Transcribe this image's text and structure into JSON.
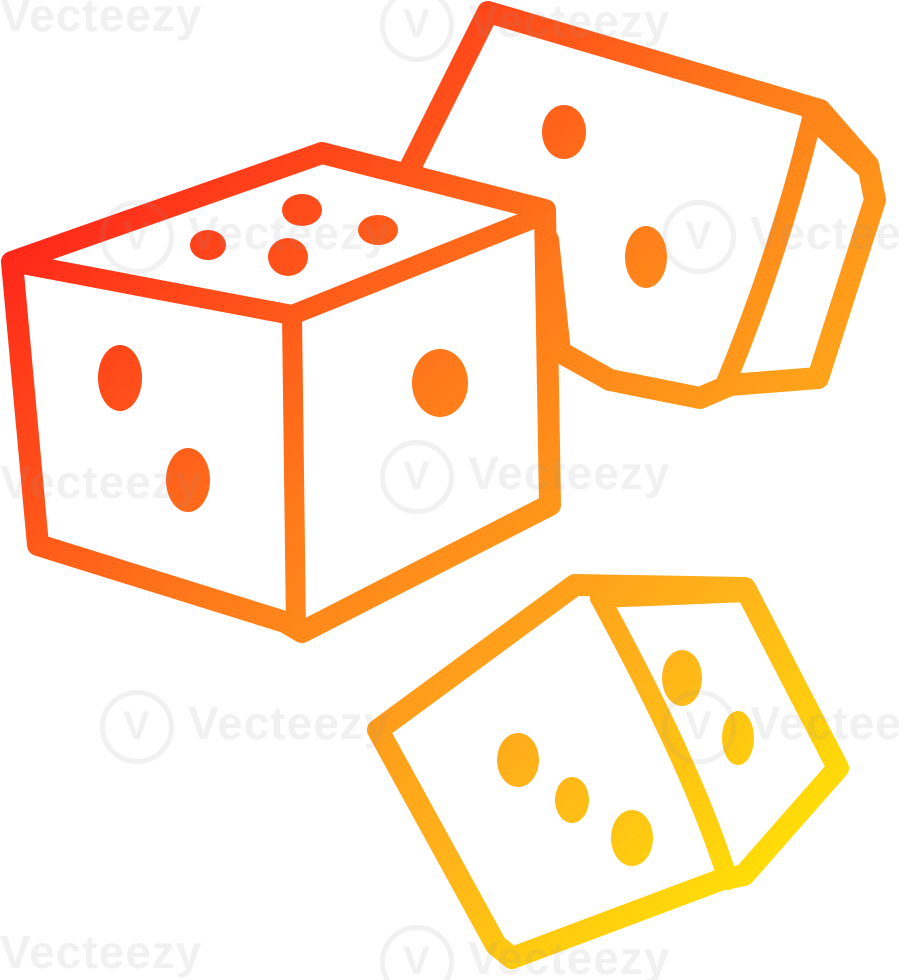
{
  "illustration": {
    "subject": "three cartoon dice",
    "gradient_colors": [
      "#ff1a1a",
      "#ff7a1a",
      "#ffb31a",
      "#ffee00"
    ],
    "background": "#ffffff"
  },
  "watermark": {
    "text": "Vecteezy",
    "logo_glyph": "V"
  }
}
